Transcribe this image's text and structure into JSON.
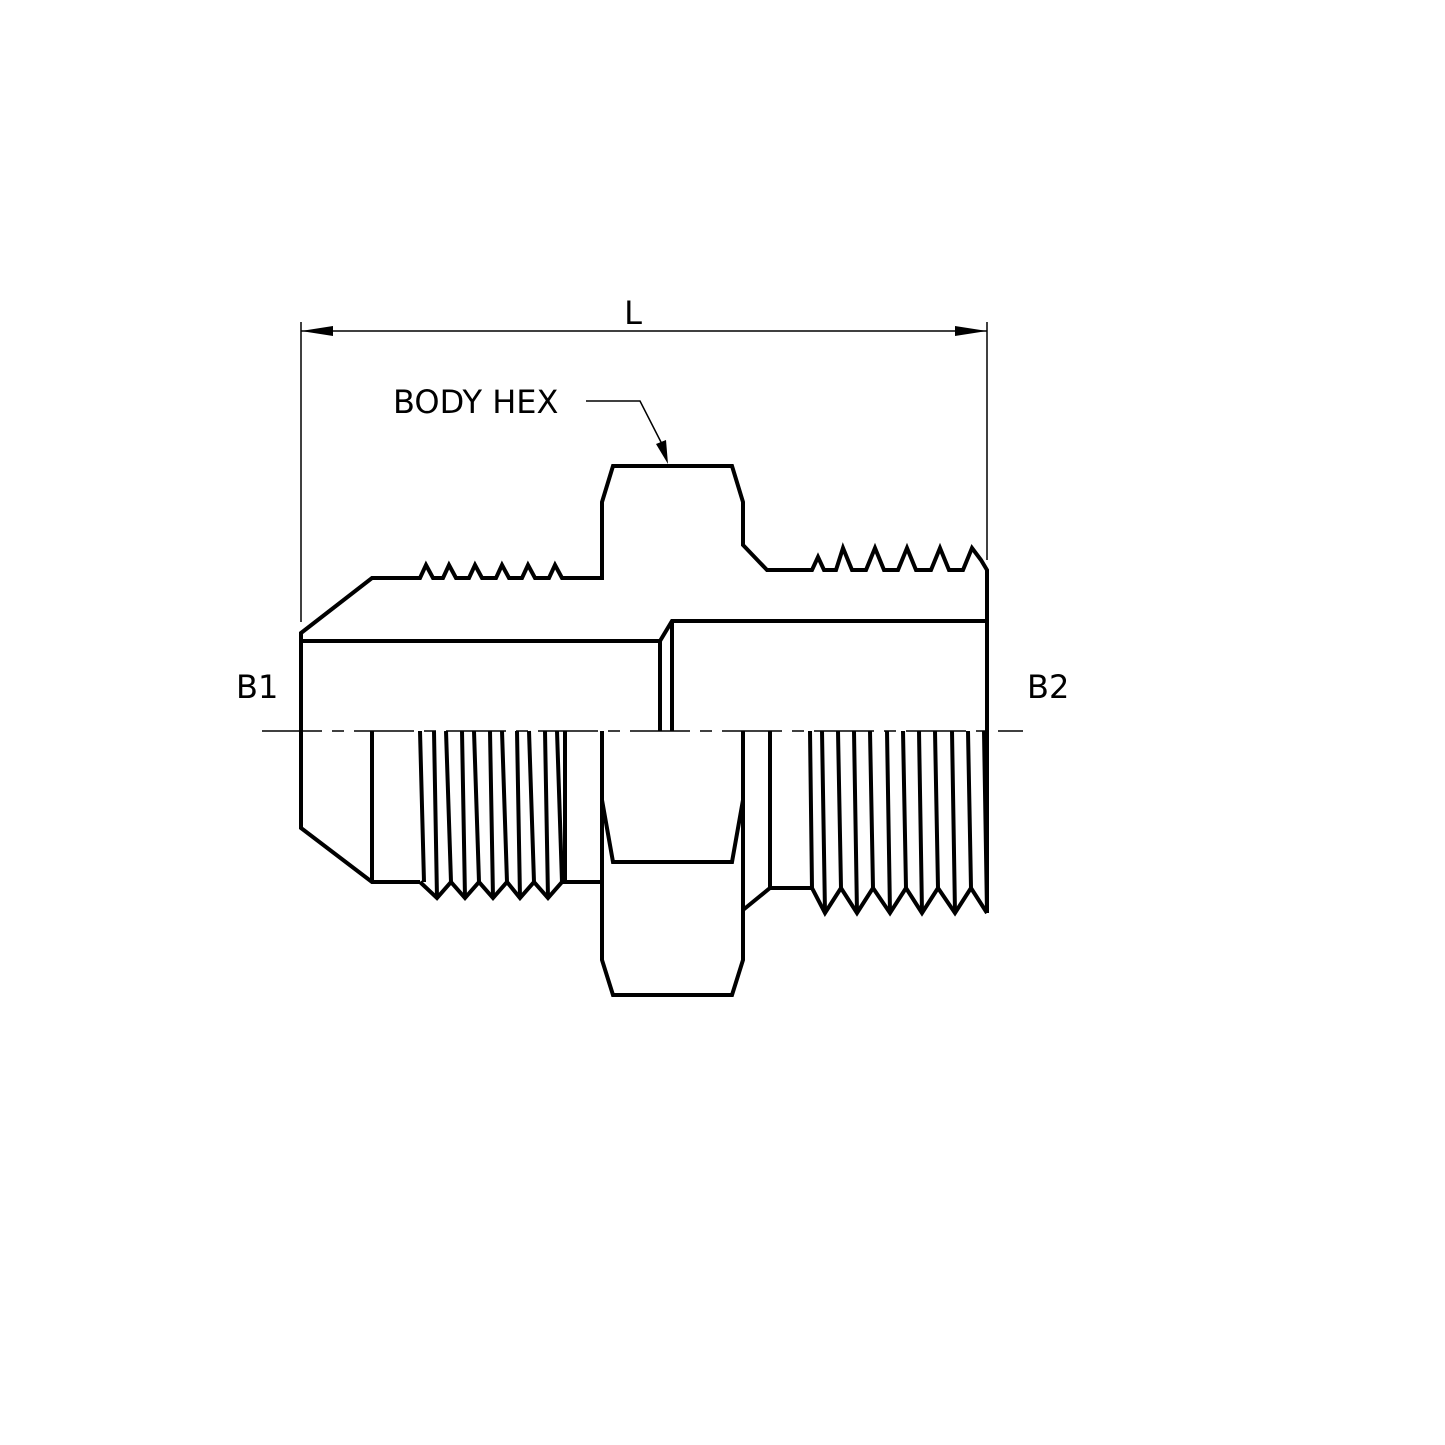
{
  "labels": {
    "length": "L",
    "body_hex": "BODY HEX",
    "end_1": "B1",
    "end_2": "B2"
  },
  "colors": {
    "line": "#000000",
    "background": "#ffffff"
  }
}
